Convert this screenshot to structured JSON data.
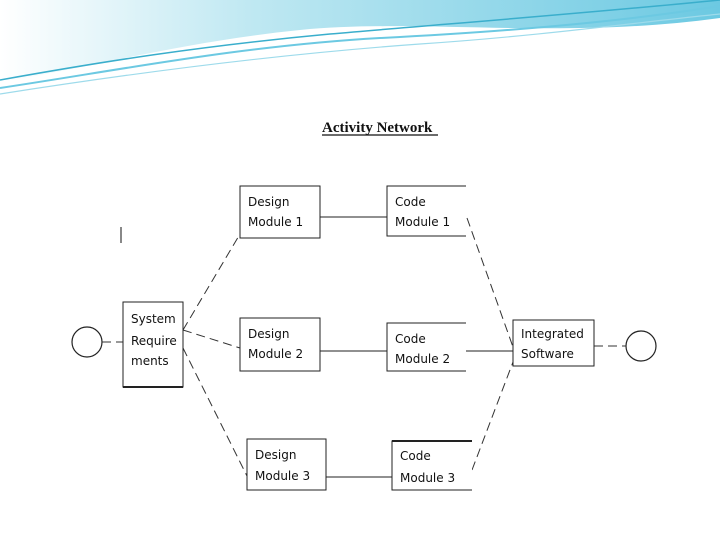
{
  "title": "Activity Network",
  "nodes": {
    "system": [
      "System",
      "Require",
      "ments"
    ],
    "design1": [
      "Design",
      "Module 1"
    ],
    "design2": [
      "Design",
      "Module 2"
    ],
    "design3": [
      "Design",
      "Module 3"
    ],
    "code1": [
      "Code",
      "Module 1"
    ],
    "code2": [
      "Code",
      "Module 2"
    ],
    "code3": [
      "Code",
      "Module 3"
    ],
    "integrated": [
      "Integrated",
      "Software"
    ]
  },
  "colors": {
    "banner_light": "#c9ecf4",
    "banner_mid": "#7fd0e6",
    "banner_dark": "#3aaecc",
    "line": "#222222"
  }
}
